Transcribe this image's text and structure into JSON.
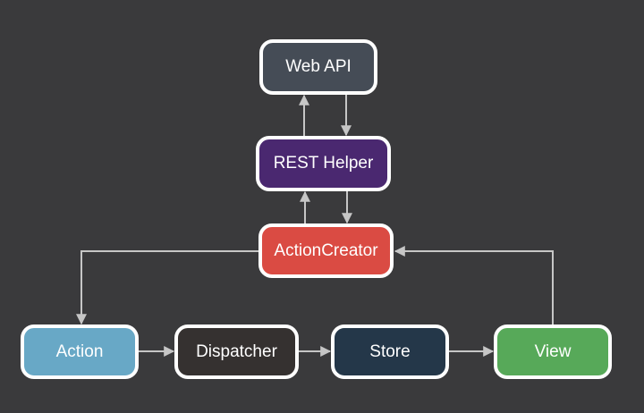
{
  "colors": {
    "background": "#3a3a3c",
    "line": "#c6c6c6",
    "node-border": "#ffffff",
    "node-text": "#ffffff"
  },
  "nodes": [
    {
      "id": "web-api",
      "label": "Web API",
      "color": "#454c56"
    },
    {
      "id": "rest-helper",
      "label": "REST Helper",
      "color": "#4a2870"
    },
    {
      "id": "action-creator",
      "label": "ActionCreator",
      "color": "#da4b43"
    },
    {
      "id": "action",
      "label": "Action",
      "color": "#68a8c6"
    },
    {
      "id": "dispatcher",
      "label": "Dispatcher",
      "color": "#353130"
    },
    {
      "id": "store",
      "label": "Store",
      "color": "#243749"
    },
    {
      "id": "view",
      "label": "View",
      "color": "#57a959"
    }
  ],
  "edges": [
    {
      "from": "rest-helper",
      "to": "web-api"
    },
    {
      "from": "web-api",
      "to": "rest-helper"
    },
    {
      "from": "action-creator",
      "to": "rest-helper"
    },
    {
      "from": "rest-helper",
      "to": "action-creator"
    },
    {
      "from": "action-creator",
      "to": "action"
    },
    {
      "from": "action",
      "to": "dispatcher"
    },
    {
      "from": "dispatcher",
      "to": "store"
    },
    {
      "from": "store",
      "to": "view"
    },
    {
      "from": "view",
      "to": "action-creator"
    }
  ]
}
